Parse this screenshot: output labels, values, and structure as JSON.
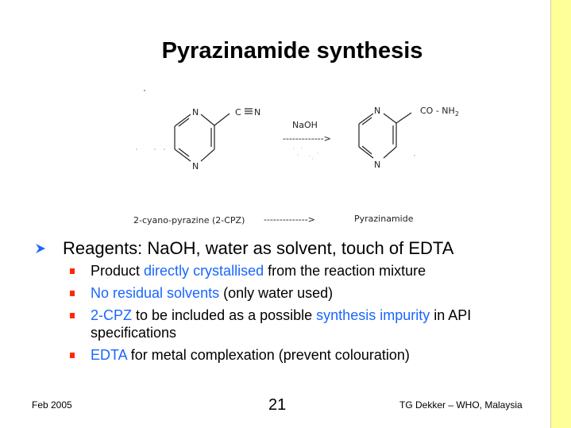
{
  "slide": {
    "title": "Pyrazinamide synthesis",
    "accent_strip_color": "#ffff99",
    "highlight_color": "#1a66ff",
    "bullet_color": "#ff2a00"
  },
  "diagram": {
    "reactant": {
      "ring_atoms": [
        "N",
        "N"
      ],
      "substituent": "C≡N",
      "substituent_c": "C",
      "substituent_n": "N",
      "name": "2-cyano-pyrazine (2-CPZ)"
    },
    "reagent": "NaOH",
    "arrow_top": "------------->",
    "arrow_bottom": "-------------->",
    "product": {
      "ring_atoms": [
        "N",
        "N"
      ],
      "substituent_prefix": "CO - NH",
      "substituent_sub": "2",
      "name": "Pyrazinamide"
    }
  },
  "bullets": {
    "main": "Reagents: NaOH, water as solvent, touch of EDTA",
    "items": [
      {
        "pre": "Product ",
        "hl": "directly crystallised",
        "post": " from the reaction mixture"
      },
      {
        "pre": "",
        "hl": "No residual solvents",
        "post": " (only water used)"
      },
      {
        "pre": "",
        "hl": "2-CPZ",
        "mid": " to be included as a possible ",
        "hl2": "synthesis impurity",
        "post": " in API specifications"
      },
      {
        "pre": "",
        "hl": "EDTA",
        "post": " for metal complexation (prevent colouration)"
      }
    ]
  },
  "footer": {
    "date": "Feb 2005",
    "page_number": "21",
    "author": "TG Dekker – WHO, Malaysia"
  }
}
